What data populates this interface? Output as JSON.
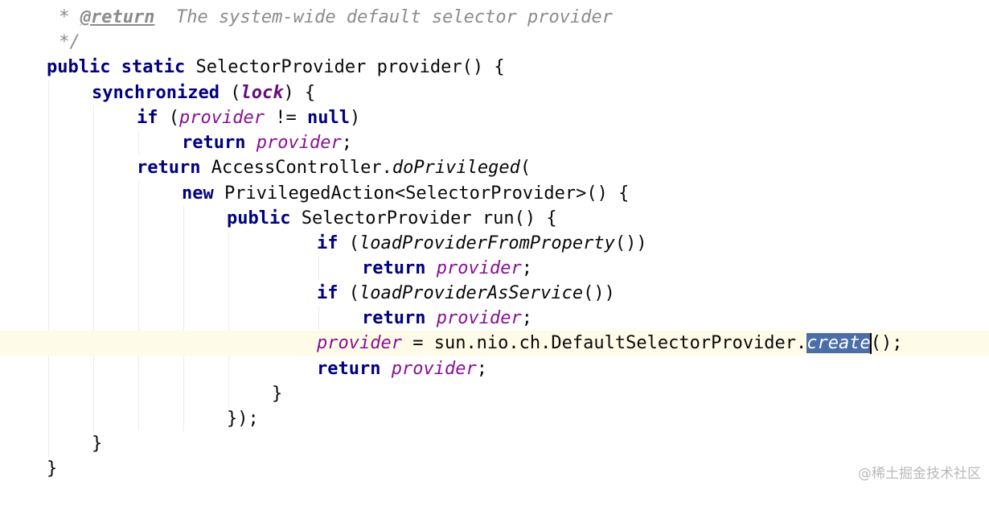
{
  "editor": {
    "language": "java",
    "lines": [
      {
        "comment_star": " * ",
        "tag": "@return",
        "text": "  The system-wide default selector provider"
      },
      {
        "comment_end": " */"
      },
      {
        "kw1": "public",
        "kw2": "static",
        "rest": "SelectorProvider provider() {"
      },
      {
        "kw": "synchronized",
        "open": " (",
        "field": "lock",
        "close": ") {"
      },
      {
        "kw": "if",
        "open": " (",
        "field": "provider",
        "op": " != ",
        "kw2": "null",
        "close": ")"
      },
      {
        "kw": "return",
        "field": "provider",
        "end": ";"
      },
      {
        "kw": "return",
        "rest": " AccessController.",
        "method": "doPrivileged",
        "end": "("
      },
      {
        "kw": "new",
        "rest": " PrivilegedAction<SelectorProvider>() {"
      },
      {
        "kw": "public",
        "rest": " SelectorProvider run() {"
      },
      {
        "kw": "if",
        "open": " (",
        "method": "loadProviderFromProperty",
        "close": "())"
      },
      {
        "kw": "return",
        "field": "provider",
        "end": ";"
      },
      {
        "kw": "if",
        "open": " (",
        "method": "loadProviderAsService",
        "close": "())"
      },
      {
        "kw": "return",
        "field": "provider",
        "end": ";"
      },
      {
        "field": "provider",
        "rest": " = sun.nio.ch.DefaultSelectorProvider.",
        "selected": "create",
        "end": "();"
      },
      {
        "kw": "return",
        "field": "provider",
        "end": ";"
      },
      {
        "text": "}"
      },
      {
        "text": "});"
      },
      {
        "text": "}"
      },
      {
        "text": "}"
      }
    ]
  },
  "watermark": "@稀土掘金技术社区"
}
